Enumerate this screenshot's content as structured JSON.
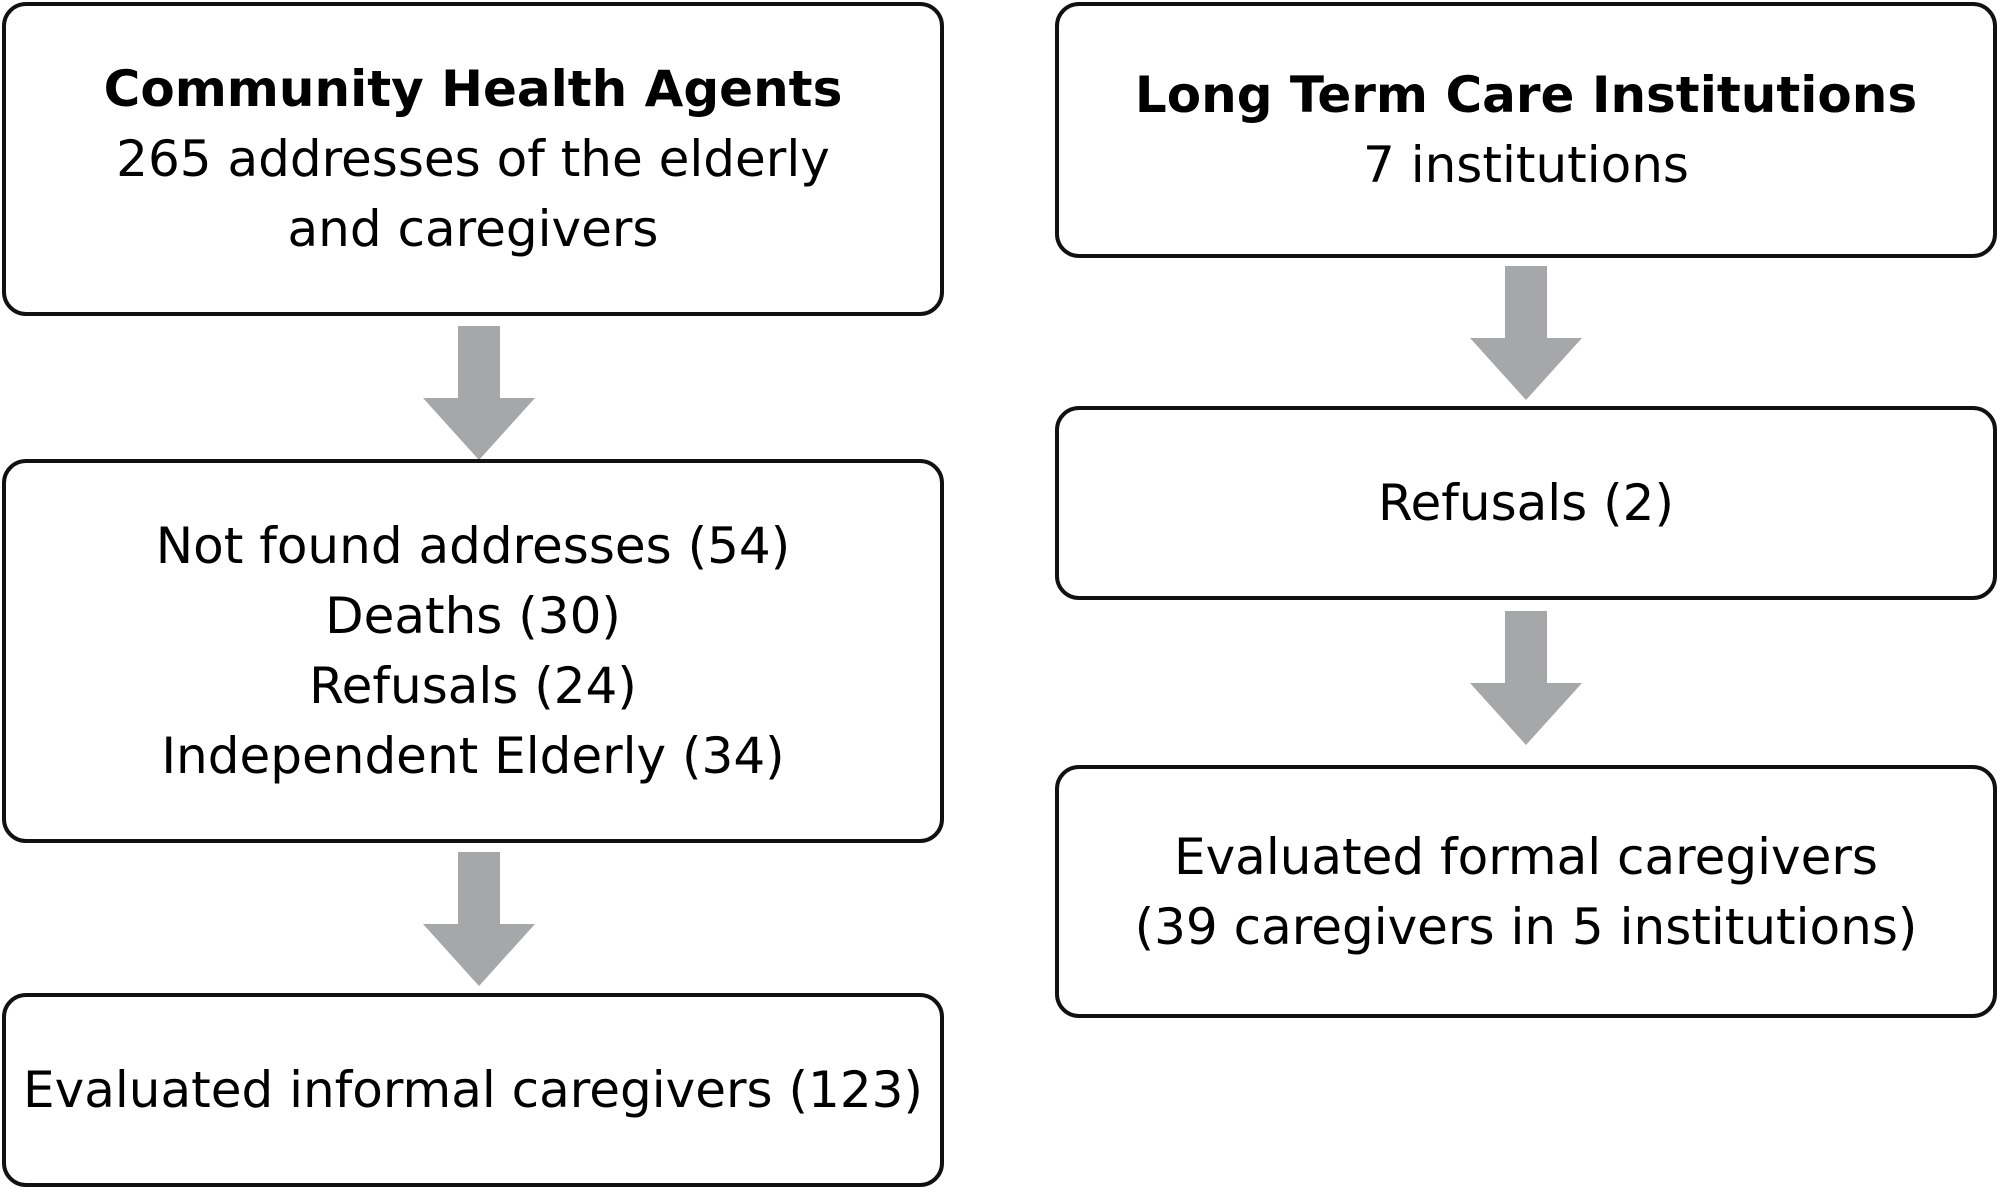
{
  "colors": {
    "box_border": "#111111",
    "arrow_fill": "#a6a7a9",
    "text": "#000000",
    "background": "#ffffff"
  },
  "left": {
    "top_box": {
      "title": "Community Health Agents",
      "line1": "265 addresses of the elderly",
      "line2": "and caregivers"
    },
    "exclusion_box": {
      "items": [
        "Not found addresses (54)",
        "Deaths (30)",
        "Refusals (24)",
        "Independent Elderly (34)"
      ]
    },
    "result_box": {
      "line1": "Evaluated informal caregivers (123)"
    }
  },
  "right": {
    "top_box": {
      "title": "Long Term Care Institutions",
      "line1": "7 institutions"
    },
    "refusal_box": {
      "line1": "Refusals (2)"
    },
    "result_box": {
      "line1": "Evaluated formal caregivers",
      "line2": "(39 caregivers in 5 institutions)"
    }
  }
}
